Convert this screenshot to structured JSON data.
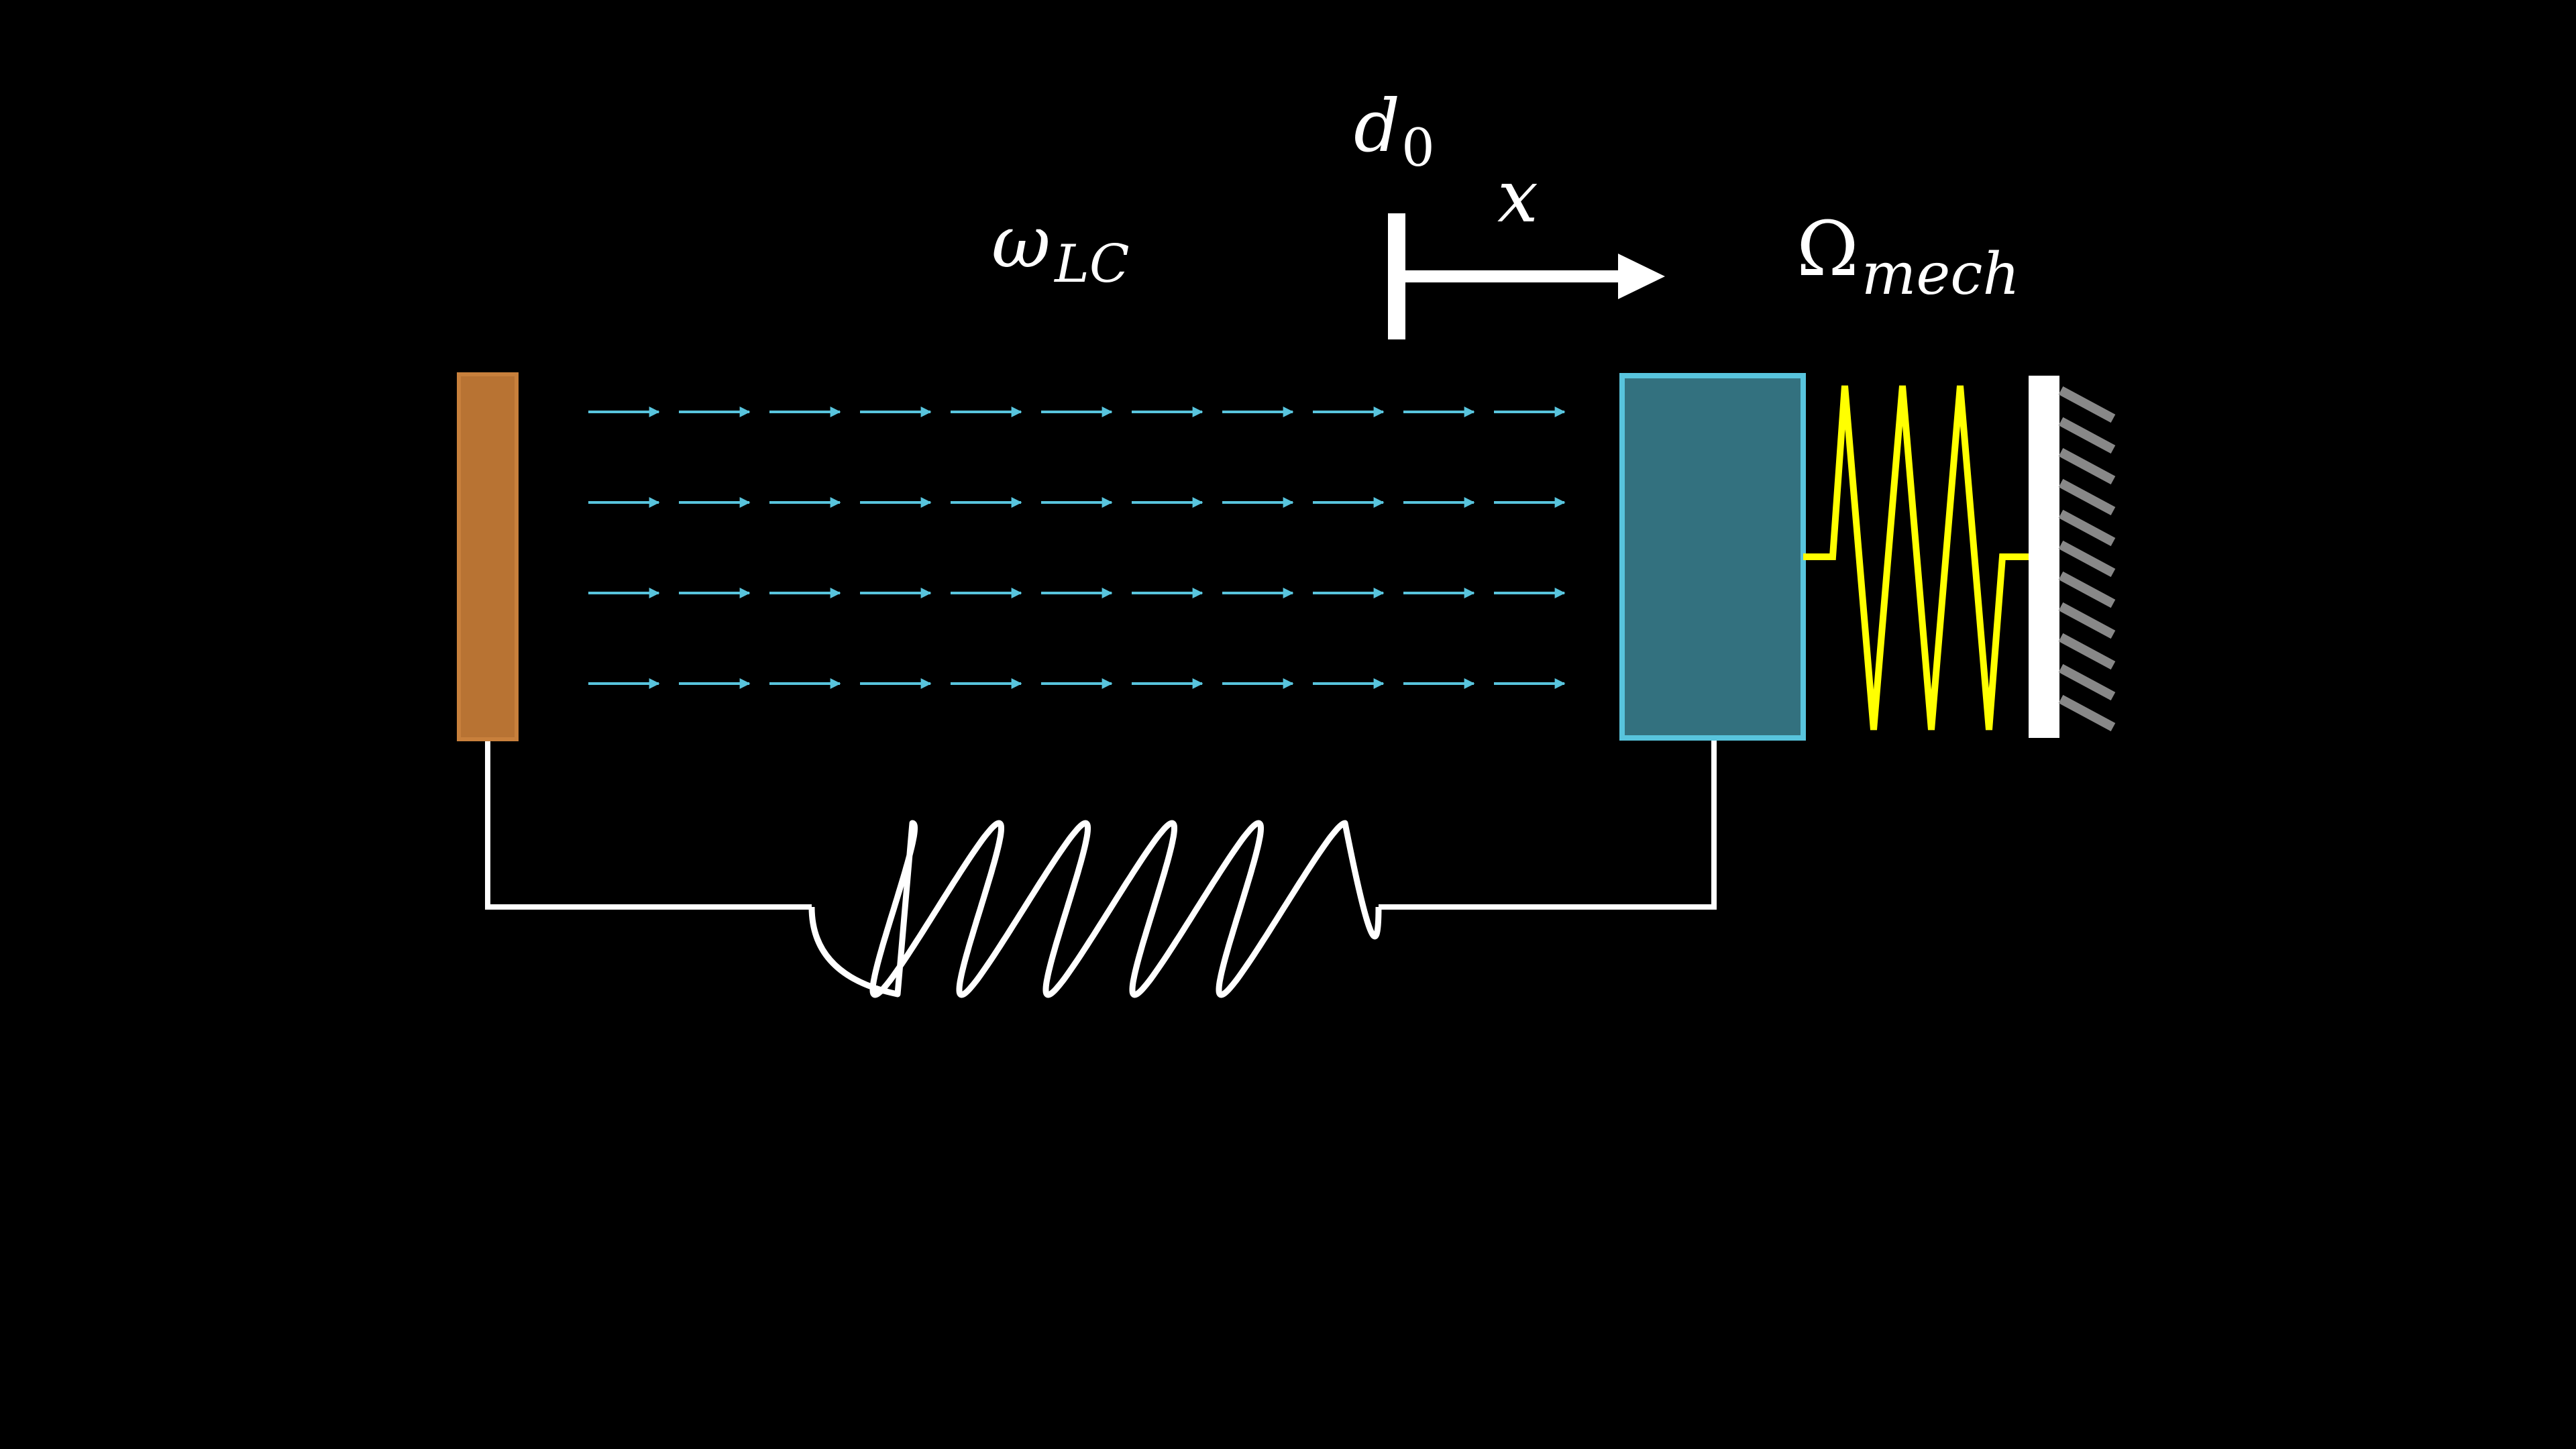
{
  "labels": {
    "omega_symbol": "ω",
    "omega_subscript": "LC",
    "gap_symbol": "d",
    "gap_subscript": "0",
    "displacement_symbol": "x",
    "mech_symbol": "Ω",
    "mech_subscript": "mech"
  },
  "field": {
    "rows": 4,
    "arrows_per_row": 11
  },
  "inductor": {
    "turns": 5
  },
  "spring": {
    "zigzag_peaks": 3
  },
  "wall": {
    "hatch_count": 11
  },
  "colors": {
    "background": "#000000",
    "left_plate_fill": "#b87333",
    "left_plate_stroke": "#c8803c",
    "right_plate_fill": "#33717f",
    "right_plate_stroke": "#58c4dd",
    "field_arrow": "#58c4dd",
    "wire": "#ffffff",
    "spring": "#ffff00",
    "wall": "#ffffff",
    "hatch": "#888888",
    "text": "#ffffff"
  }
}
